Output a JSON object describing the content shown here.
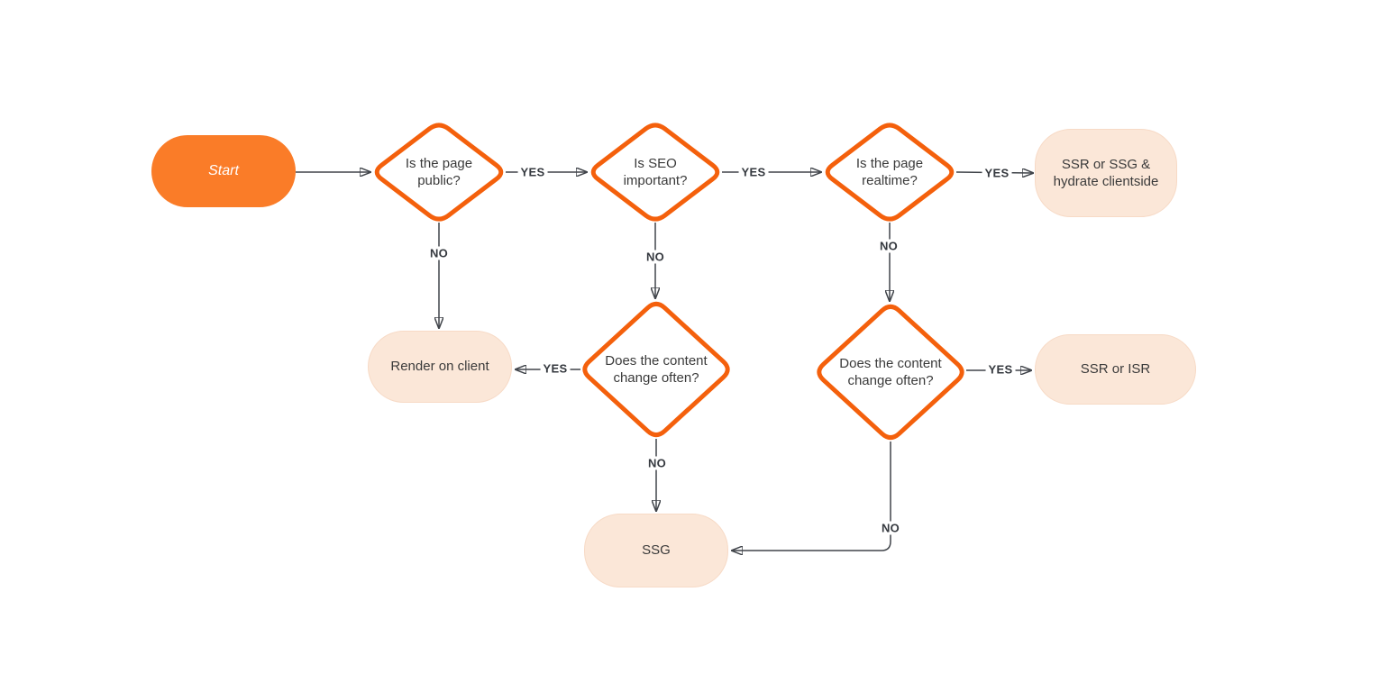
{
  "diagram": {
    "type": "flowchart",
    "topic": "Choosing a web page rendering strategy",
    "nodes": {
      "start": {
        "label": "Start",
        "kind": "start"
      },
      "q_public": {
        "label": "Is the page public?",
        "kind": "decision"
      },
      "q_seo": {
        "label": "Is SEO important?",
        "kind": "decision"
      },
      "q_realtime": {
        "label": "Is the page realtime?",
        "kind": "decision"
      },
      "q_change_1": {
        "label": "Does the content change often?",
        "kind": "decision"
      },
      "q_change_2": {
        "label": "Does the content change often?",
        "kind": "decision"
      },
      "render_on_client": {
        "label": "Render on client",
        "kind": "result"
      },
      "ssr_ssg_hydrate": {
        "label": "SSR or SSG & hydrate clientside",
        "kind": "result"
      },
      "ssr_isr": {
        "label": "SSR or ISR",
        "kind": "result"
      },
      "ssg": {
        "label": "SSG",
        "kind": "result"
      }
    },
    "edges": [
      {
        "from": "start",
        "to": "q_public",
        "label": ""
      },
      {
        "from": "q_public",
        "to": "q_seo",
        "label": "YES"
      },
      {
        "from": "q_public",
        "to": "render_on_client",
        "label": "NO"
      },
      {
        "from": "q_seo",
        "to": "q_realtime",
        "label": "YES"
      },
      {
        "from": "q_seo",
        "to": "q_change_1",
        "label": "NO"
      },
      {
        "from": "q_realtime",
        "to": "ssr_ssg_hydrate",
        "label": "YES"
      },
      {
        "from": "q_realtime",
        "to": "q_change_2",
        "label": "NO"
      },
      {
        "from": "q_change_1",
        "to": "render_on_client",
        "label": "YES"
      },
      {
        "from": "q_change_1",
        "to": "ssg",
        "label": "NO"
      },
      {
        "from": "q_change_2",
        "to": "ssr_isr",
        "label": "YES"
      },
      {
        "from": "q_change_2",
        "to": "ssg",
        "label": "NO"
      }
    ],
    "colors": {
      "start_fill": "#FA7C28",
      "decision_border": "#F4600C",
      "result_fill": "#FBE7D8",
      "line": "#40444A",
      "text": "#3A3A3A"
    }
  }
}
